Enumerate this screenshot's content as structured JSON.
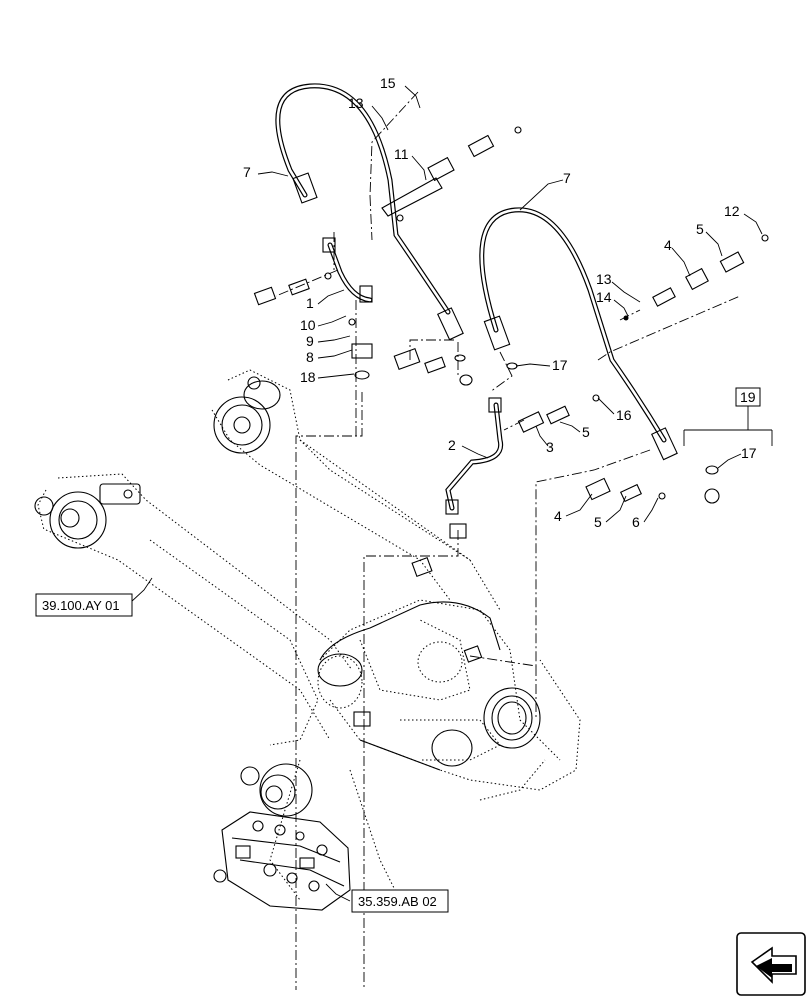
{
  "callouts": [
    {
      "id": "c15",
      "label": "15"
    },
    {
      "id": "c13a",
      "label": "13"
    },
    {
      "id": "c11",
      "label": "11"
    },
    {
      "id": "c7a",
      "label": "7"
    },
    {
      "id": "c7b",
      "label": "7"
    },
    {
      "id": "c12",
      "label": "12"
    },
    {
      "id": "c5a",
      "label": "5"
    },
    {
      "id": "c4a",
      "label": "4"
    },
    {
      "id": "c13b",
      "label": "13"
    },
    {
      "id": "c14",
      "label": "14"
    },
    {
      "id": "c1",
      "label": "1"
    },
    {
      "id": "c10",
      "label": "10"
    },
    {
      "id": "c9",
      "label": "9"
    },
    {
      "id": "c8",
      "label": "8"
    },
    {
      "id": "c18",
      "label": "18"
    },
    {
      "id": "c17a",
      "label": "17"
    },
    {
      "id": "c16",
      "label": "16"
    },
    {
      "id": "c3",
      "label": "3"
    },
    {
      "id": "c5b",
      "label": "5"
    },
    {
      "id": "c2",
      "label": "2"
    },
    {
      "id": "c19",
      "label": "19"
    },
    {
      "id": "c17b",
      "label": "17"
    },
    {
      "id": "c4b",
      "label": "4"
    },
    {
      "id": "c5c",
      "label": "5"
    },
    {
      "id": "c6",
      "label": "6"
    }
  ],
  "references": {
    "boom": "39.100.AY 01",
    "valve": "35.359.AB 02"
  },
  "icons": {
    "navigation": "previous-page-arrow-icon"
  }
}
